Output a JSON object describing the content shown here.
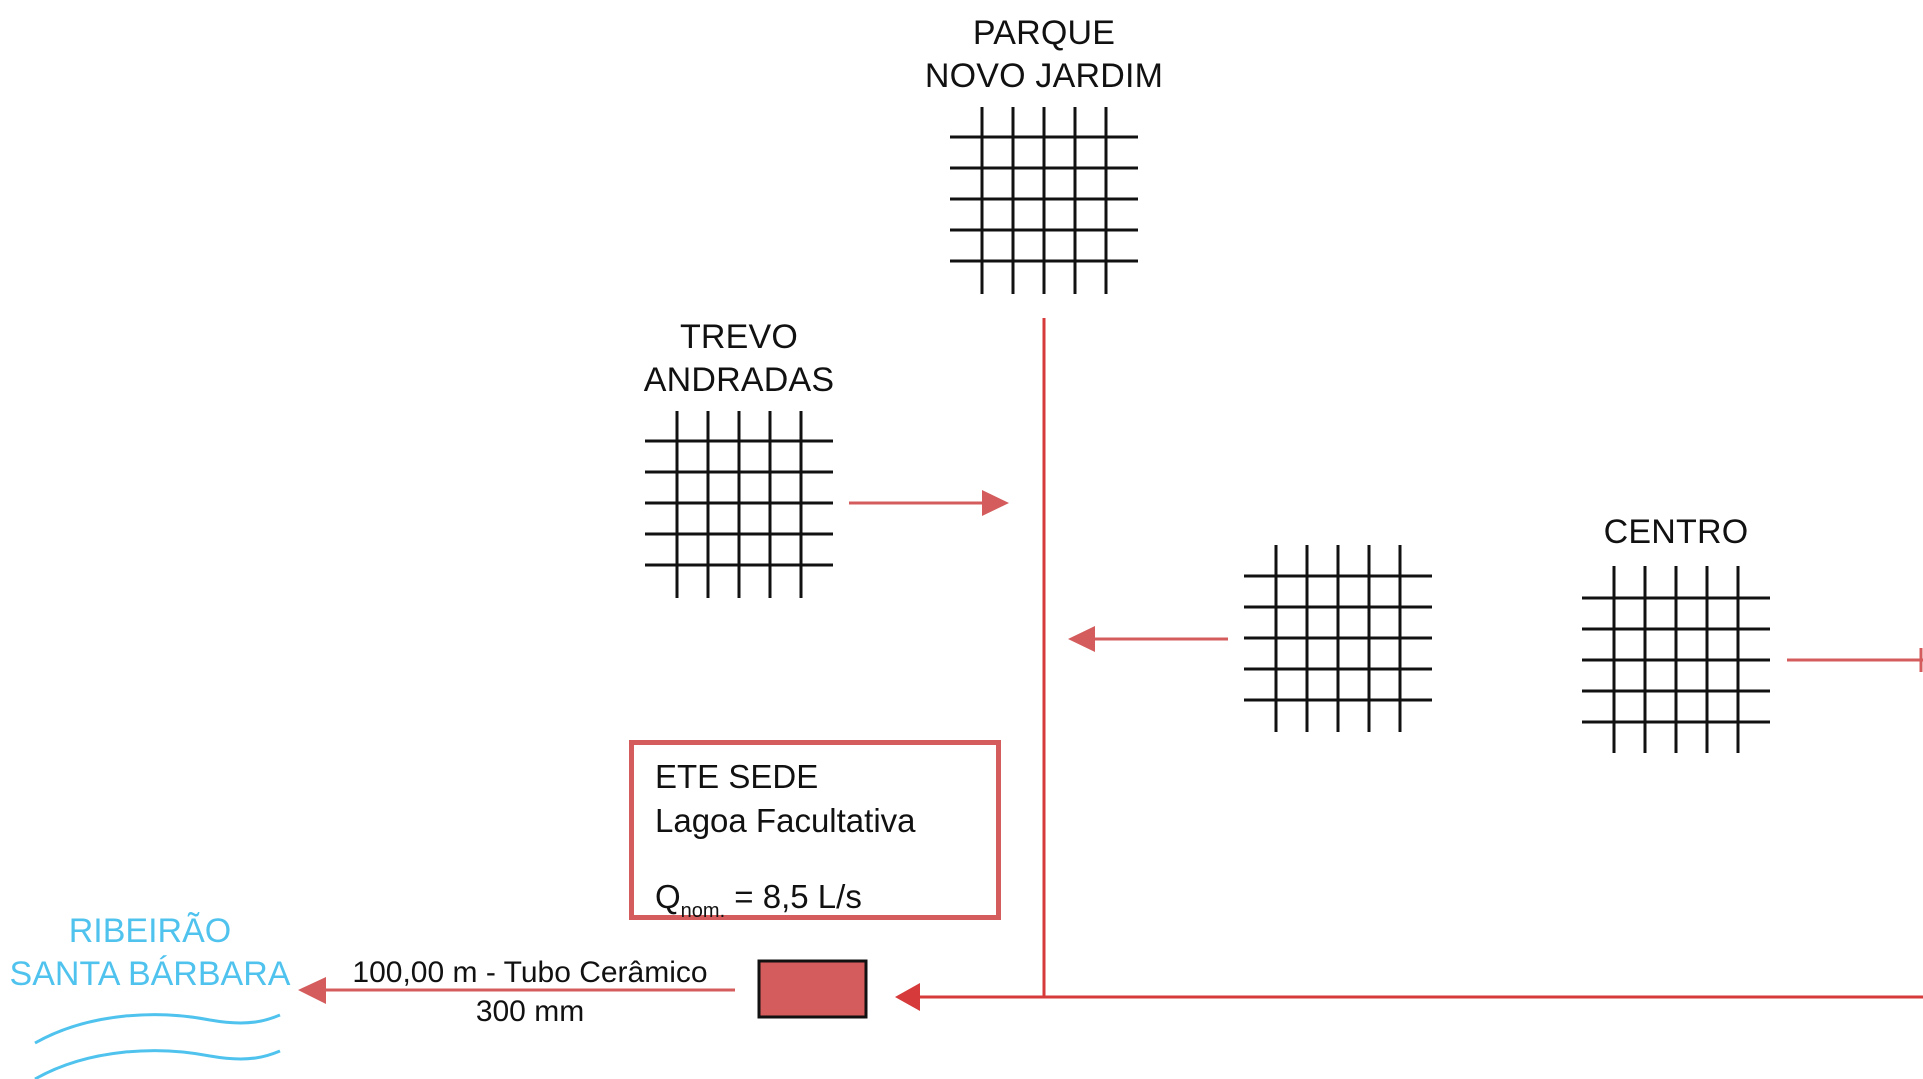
{
  "nodes": {
    "parque_novo_jardim": {
      "line1": "PARQUE",
      "line2": "NOVO JARDIM"
    },
    "trevo_andradas": {
      "line1": "TREVO",
      "line2": "ANDRADAS"
    },
    "centro": {
      "line1": "CENTRO"
    }
  },
  "ete": {
    "title": "ETE SEDE",
    "type": "Lagoa Facultativa",
    "flow_symbol": "Q",
    "flow_subscript": "nom.",
    "flow_value": " = 8,5 L/s"
  },
  "river": {
    "line1": "RIBEIRÃO",
    "line2": "SANTA BÁRBARA"
  },
  "outfall_pipe": {
    "length_material": "100,00 m - Tubo Cerâmico",
    "diameter": "300 mm"
  },
  "colors": {
    "pipe": "#d45c5c",
    "main_pipe": "#d63a3a",
    "grid": "#111111",
    "river": "#4fc3ee",
    "ete_fill": "#d45c5c"
  }
}
